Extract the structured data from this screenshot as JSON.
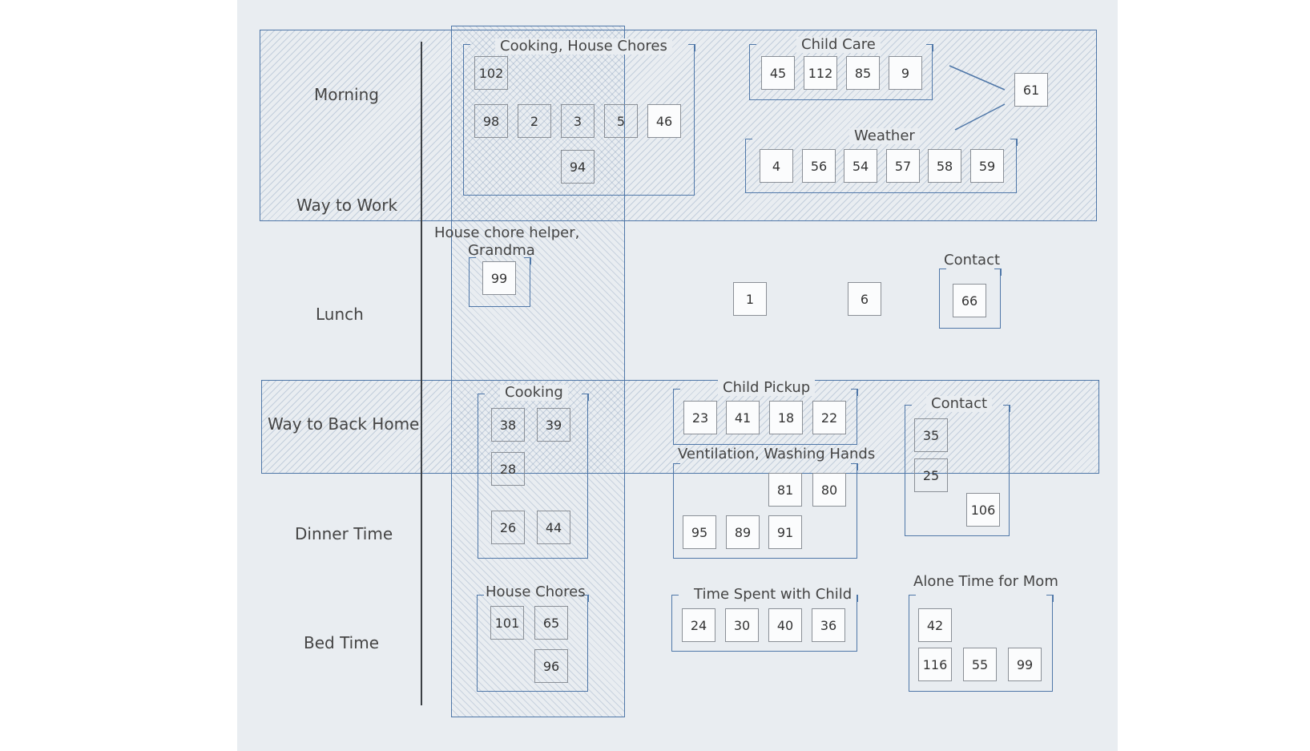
{
  "rows": [
    {
      "id": "morning",
      "label": "Morning"
    },
    {
      "id": "way-to-work",
      "label": "Way to Work"
    },
    {
      "id": "lunch",
      "label": "Lunch"
    },
    {
      "id": "way-back-home",
      "label": "Way to Back Home"
    },
    {
      "id": "dinner",
      "label": "Dinner Time"
    },
    {
      "id": "bed",
      "label": "Bed Time"
    }
  ],
  "groups": {
    "cooking_house_chores": {
      "title": "Cooking, House Chores",
      "items": [
        "102",
        "98",
        "2",
        "3",
        "5",
        "46",
        "94"
      ]
    },
    "child_care": {
      "title": "Child Care",
      "items": [
        "45",
        "112",
        "85",
        "9"
      ]
    },
    "weather": {
      "title": "Weather",
      "items": [
        "4",
        "56",
        "54",
        "57",
        "58",
        "59"
      ]
    },
    "standalone_morning": {
      "items": [
        "61"
      ]
    },
    "house_chore_helper": {
      "title_line1": "House chore helper,",
      "title_line2": "Grandma",
      "items": [
        "99"
      ]
    },
    "lunch_standalone": {
      "items": [
        "1",
        "6"
      ]
    },
    "contact_lunch": {
      "title": "Contact",
      "items": [
        "66"
      ]
    },
    "cooking_evening": {
      "title": "Cooking",
      "items": [
        "38",
        "39",
        "28",
        "26",
        "44"
      ]
    },
    "child_pickup": {
      "title": "Child Pickup",
      "items": [
        "23",
        "41",
        "18",
        "22"
      ]
    },
    "ventilation": {
      "title": "Ventilation, Washing Hands",
      "items": [
        "81",
        "80",
        "95",
        "89",
        "91"
      ]
    },
    "contact_evening": {
      "title": "Contact",
      "items": [
        "35",
        "25",
        "106"
      ]
    },
    "house_chores_bed": {
      "title": "House Chores",
      "items": [
        "101",
        "65",
        "96"
      ]
    },
    "time_with_child": {
      "title": "Time Spent with Child",
      "items": [
        "24",
        "30",
        "40",
        "36"
      ]
    },
    "alone_time": {
      "title": "Alone Time for Mom",
      "items": [
        "42",
        "116",
        "55",
        "99"
      ]
    }
  }
}
